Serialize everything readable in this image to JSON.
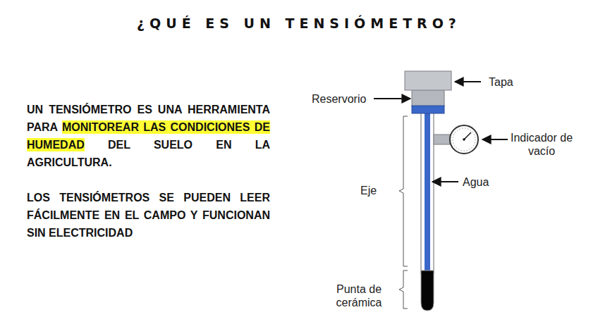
{
  "diagram": {
    "title": "¿QUÉ ES UN TENSIÓMETRO?",
    "labels": [
      "UN TENSIÓMETRO ES UNA HERRAMIENTA PARA",
      "MONITOREAR LAS CONDICIONES DE HUMEDAD",
      "DEL SUELO EN LA AGRICULTURA.",
      "LOS TENSIÓMETROS SE PUEDEN LEER FÁCILMENTE EN EL CAMPO Y FUNCIONAN SIN ELECTRICIDAD",
      "Tapa",
      "Reservorio",
      "Indicador de vacío",
      "Agua",
      "Eje",
      "Punta de cerámica"
    ]
  }
}
